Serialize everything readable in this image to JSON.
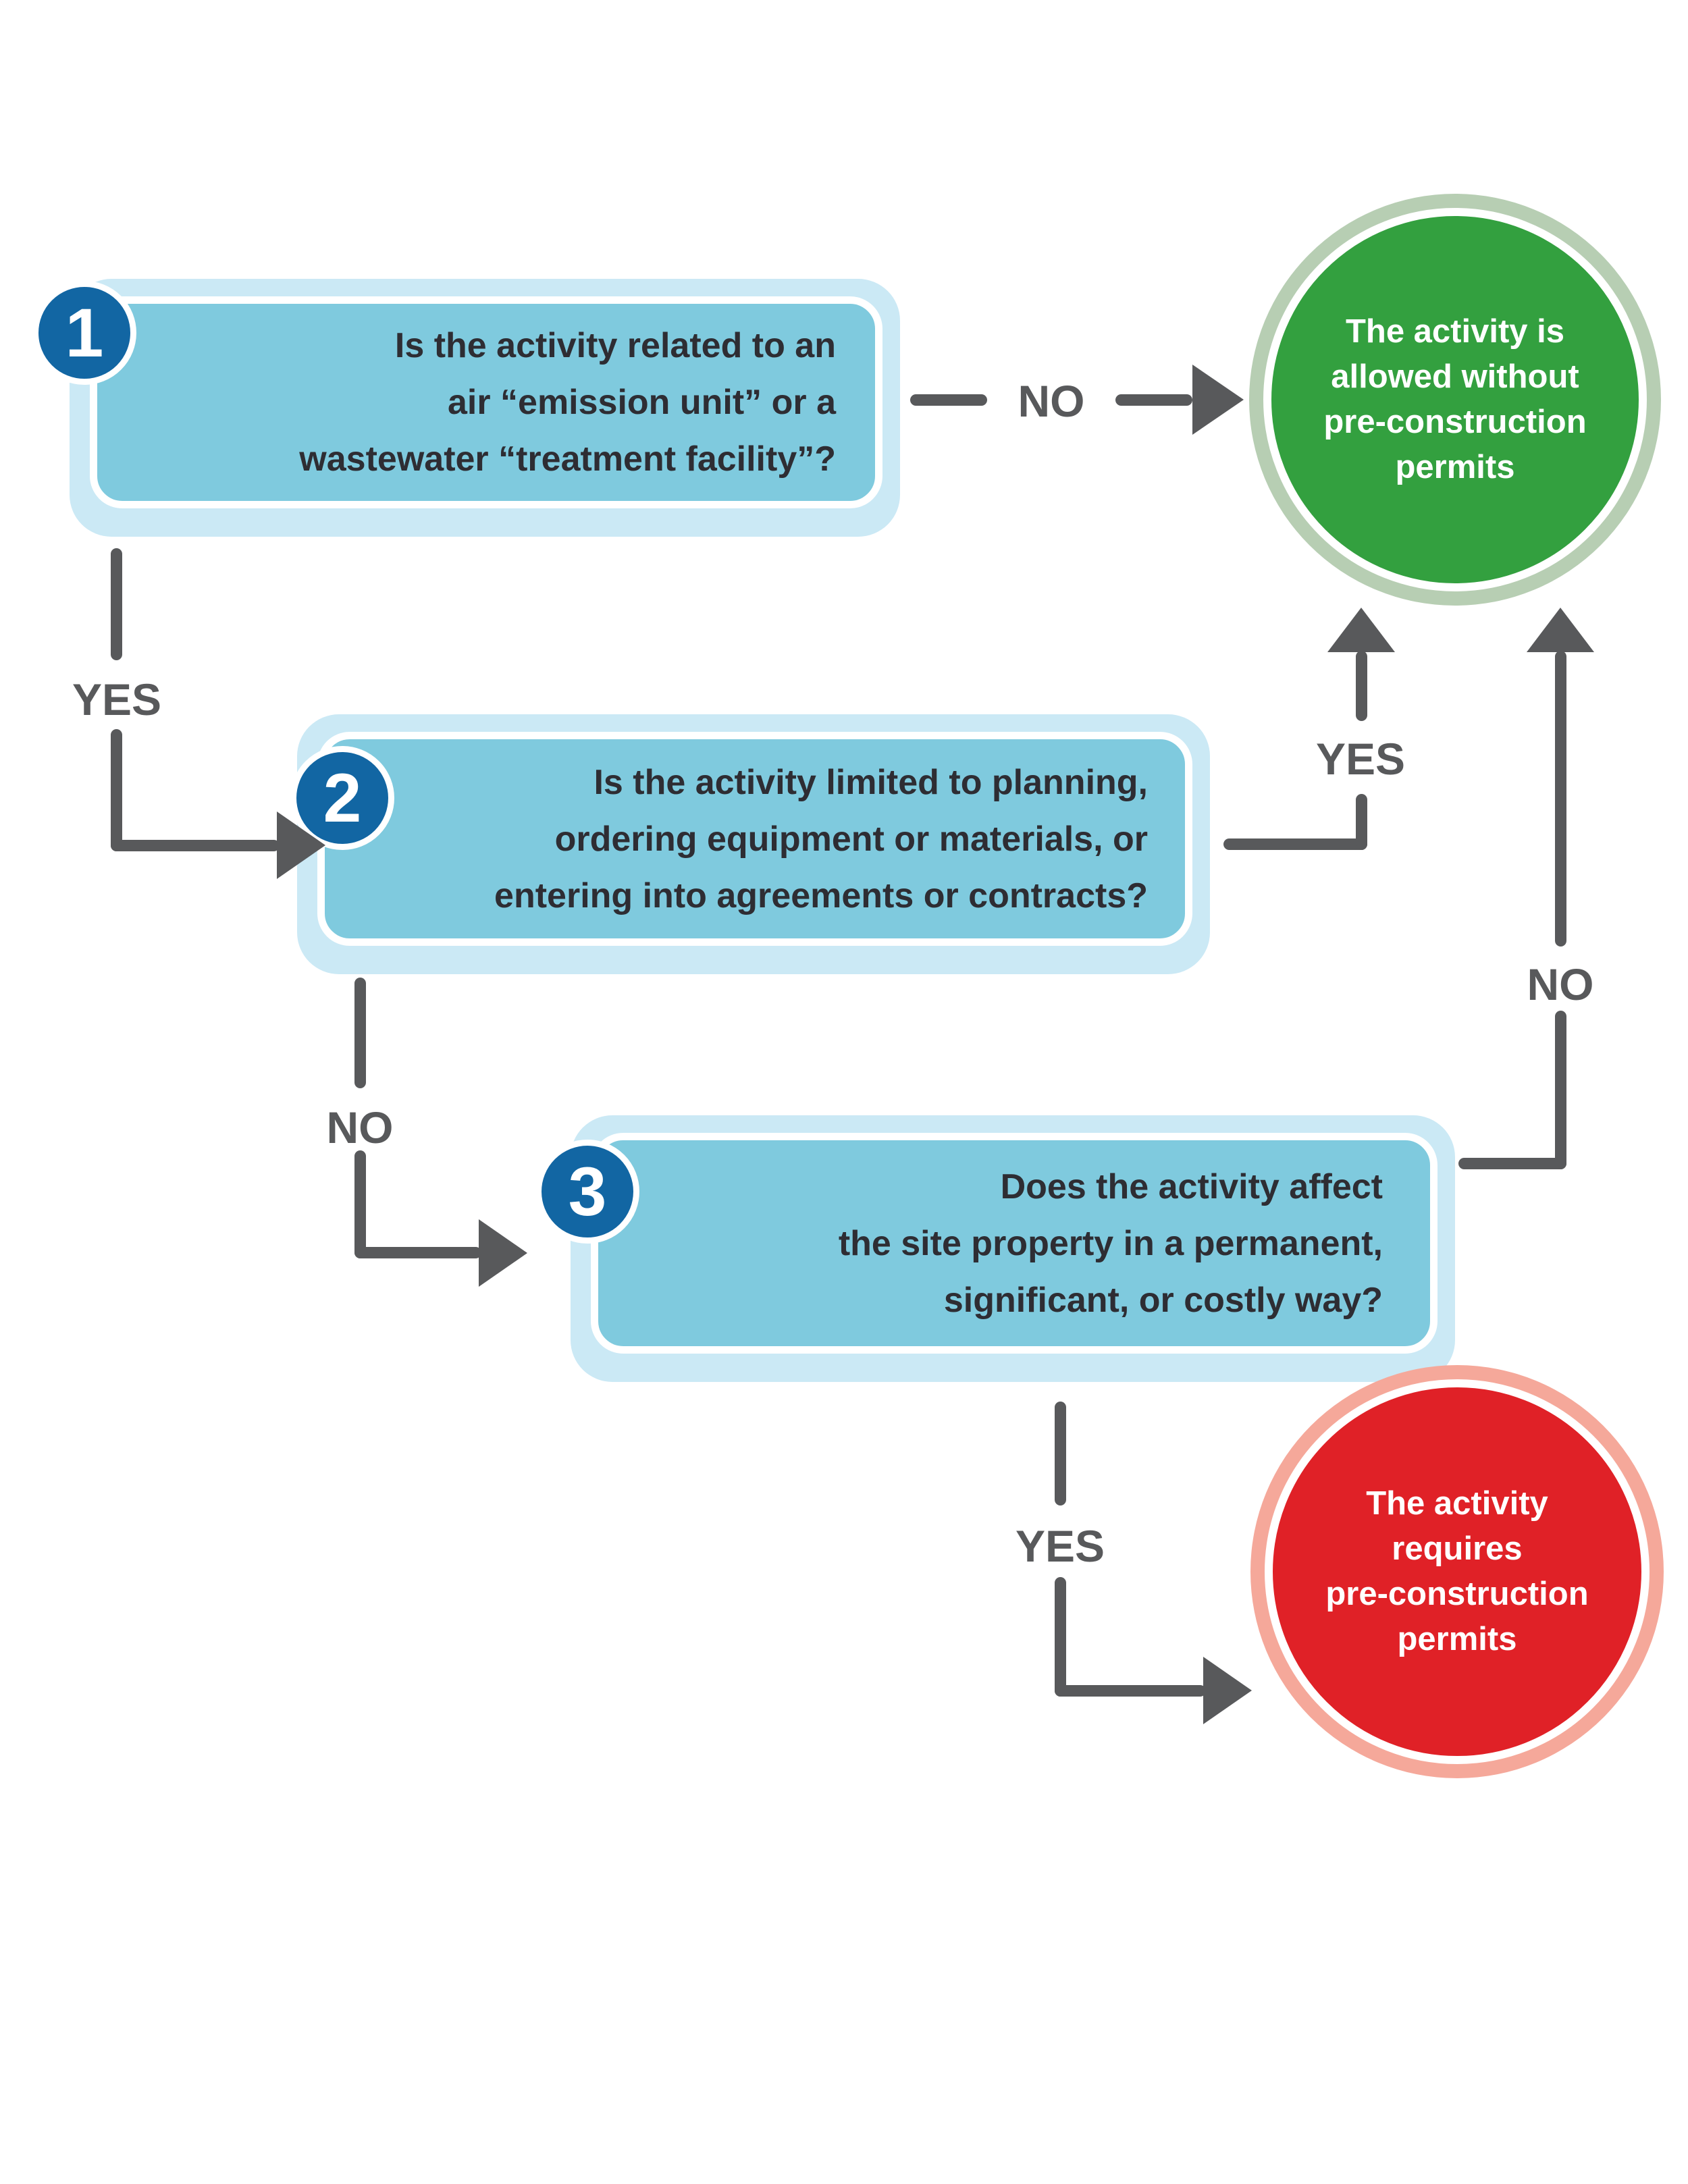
{
  "colors": {
    "bg": "#ffffff",
    "box-outer": "#cbe9f5",
    "box-fill": "#7fcade",
    "badge-blue": "#1266a3",
    "question-text": "#2e2d33",
    "arrow-gray": "#58595b",
    "green-fill": "#33a03f",
    "green-ring": "#b7ceb3",
    "red-fill": "#e02127",
    "red-ring": "#f5a89a"
  },
  "flowchart": {
    "questions": [
      {
        "number": "1",
        "lines": [
          "Is the activity related to an",
          "air “emission unit” or a",
          "wastewater “treatment facility”?"
        ]
      },
      {
        "number": "2",
        "lines": [
          "Is the activity limited to planning,",
          "ordering equipment or materials, or",
          "entering into agreements or contracts?"
        ]
      },
      {
        "number": "3",
        "lines": [
          "Does the activity affect",
          "the site property in a permanent,",
          "significant, or costly way?"
        ]
      }
    ],
    "outcomes": {
      "allowed": {
        "lines": [
          "The activity is",
          "allowed without",
          "pre-construction",
          "permits"
        ]
      },
      "required": {
        "lines": [
          "The activity",
          "requires",
          "pre-construction",
          "permits"
        ]
      }
    },
    "edges": {
      "q1_no": "NO",
      "q1_yes": "YES",
      "q2_yes": "YES",
      "q2_no": "NO",
      "q3_no": "NO",
      "q3_yes": "YES"
    }
  }
}
